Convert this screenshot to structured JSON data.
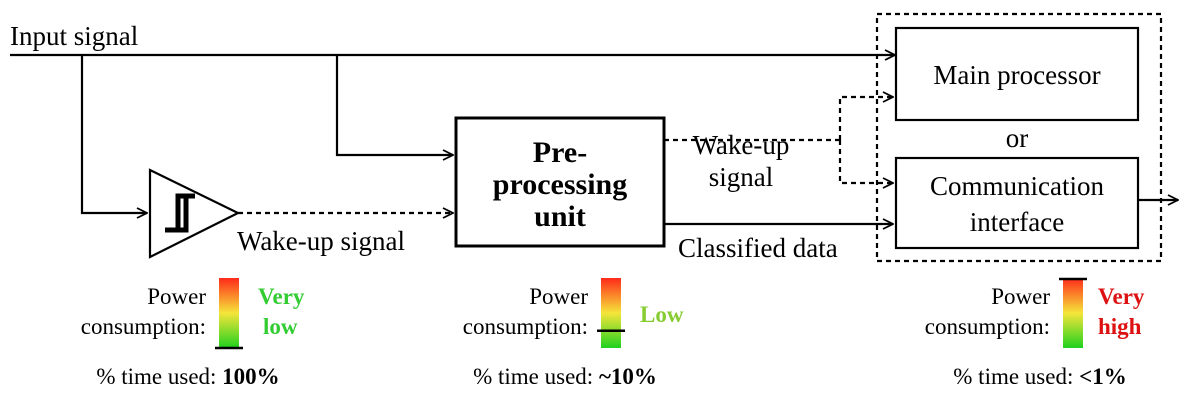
{
  "signals": {
    "input": "Input signal",
    "wakeup_bottom": "Wake-up signal",
    "wakeup_top_line1": "Wake-up",
    "wakeup_top_line2": "signal",
    "classified": "Classified data"
  },
  "blocks": {
    "preprocessing_line1": "Pre-",
    "preprocessing_line2": "processing",
    "preprocessing_line3": "unit",
    "main_processor": "Main processor",
    "or": "or",
    "comm_line1": "Communication",
    "comm_line2": "interface"
  },
  "stages": [
    {
      "power_label_line1": "Power",
      "power_label_line2": "consumption:",
      "level_line1": "Very",
      "level_line2": "low",
      "level_color": "#33cc33",
      "level_fraction": 0.0,
      "time_prefix": "% time used: ",
      "time_value": "100%"
    },
    {
      "power_label_line1": "Power",
      "power_label_line2": "consumption:",
      "level_line1": "Low",
      "level_line2": "",
      "level_color": "#88cc33",
      "level_fraction": 0.25,
      "time_prefix": "% time used: ",
      "time_value": "~10%"
    },
    {
      "power_label_line1": "Power",
      "power_label_line2": "consumption:",
      "level_line1": "Very",
      "level_line2": "high",
      "level_color": "#dd1111",
      "level_fraction": 1.0,
      "time_prefix": "% time used: ",
      "time_value": "<1%"
    }
  ],
  "colors": {
    "line": "#000000",
    "gauge_top": "#ff2a1a",
    "gauge_mid": "#f5e53a",
    "gauge_bottom": "#1fd11f"
  },
  "icons": {
    "comparator": "schmitt-trigger-icon"
  }
}
